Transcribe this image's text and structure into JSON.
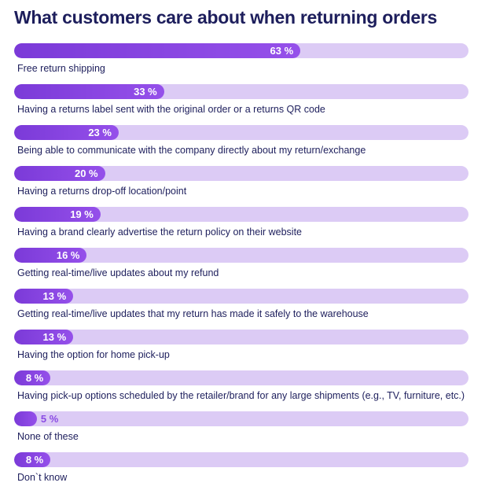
{
  "chart_data": {
    "type": "bar",
    "orientation": "horizontal",
    "title": "What customers care about when returning orders",
    "unit": "%",
    "xlim": [
      0,
      100
    ],
    "grid": false,
    "legend": "none",
    "categories": [
      "Free return shipping",
      "Having a returns label sent with the original order or a returns QR code",
      "Being able to communicate with the company directly about my return/exchange",
      "Having a returns drop-off location/point",
      "Having a brand clearly advertise the return policy on their website",
      "Getting real-time/live updates about my refund",
      "Getting real-time/live updates that my return has made it safely to the warehouse",
      "Having the option for home pick-up",
      "Having pick-up options scheduled by the retailer/brand for any large shipments (e.g., TV, furniture, etc.)",
      "None of these",
      "Don`t know"
    ],
    "values": [
      63,
      33,
      23,
      20,
      19,
      16,
      13,
      13,
      8,
      5,
      8
    ],
    "value_labels": [
      "63 %",
      "33 %",
      "23 %",
      "20 %",
      "19 %",
      "16 %",
      "13 %",
      "13 %",
      "8 %",
      "5 %",
      "8 %"
    ],
    "colors": {
      "bar_fill": "#8b46e6",
      "track": "#dccbf5",
      "title": "#1d1e5c",
      "label": "#1d1e5c",
      "value_outside": "#8a4be3"
    }
  }
}
